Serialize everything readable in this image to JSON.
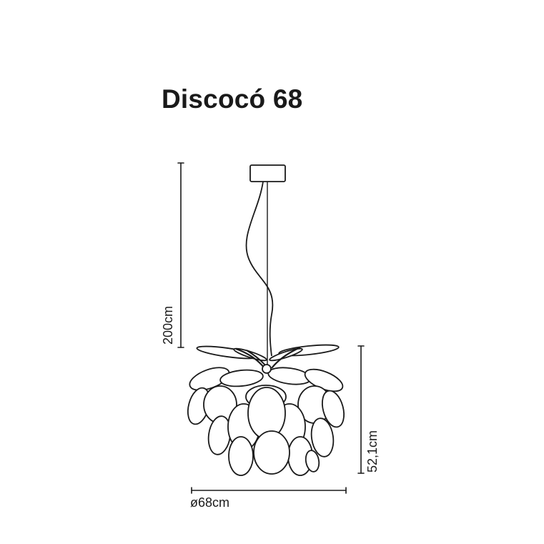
{
  "title": "Discocó 68",
  "dimensions": {
    "total_height": "200cm",
    "lamp_height": "52,1cm",
    "diameter": "ø68cm"
  },
  "colors": {
    "line": "#1a1a1a",
    "background": "#ffffff"
  }
}
